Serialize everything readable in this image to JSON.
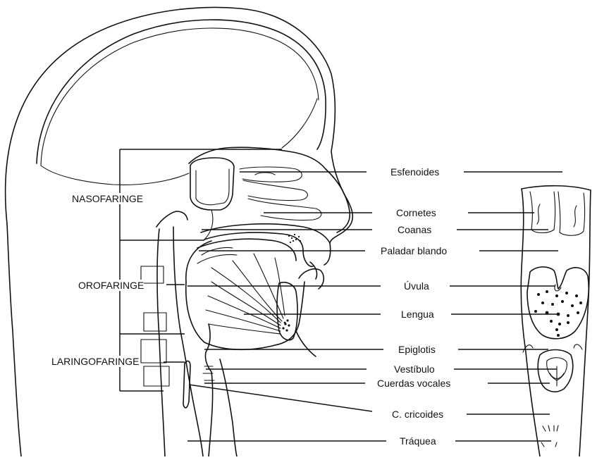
{
  "regions": {
    "nasofaringe": "NASOFARINGE",
    "orofaringe": "OROFARINGE",
    "laringofaringe": "LARINGOFARINGE"
  },
  "labels": {
    "esfenoides": "Esfenoides",
    "cornetes": "Cornetes",
    "coanas": "Coanas",
    "paladar_blando": "Paladar blando",
    "uvula": "Úvula",
    "lengua": "Lengua",
    "epiglotis": "Epiglotis",
    "vestibulo": "Vestíbulo",
    "cuerdas_vocales": "Cuerdas vocales",
    "c_cricoides": "C. cricoides",
    "traquea": "Tráquea"
  }
}
